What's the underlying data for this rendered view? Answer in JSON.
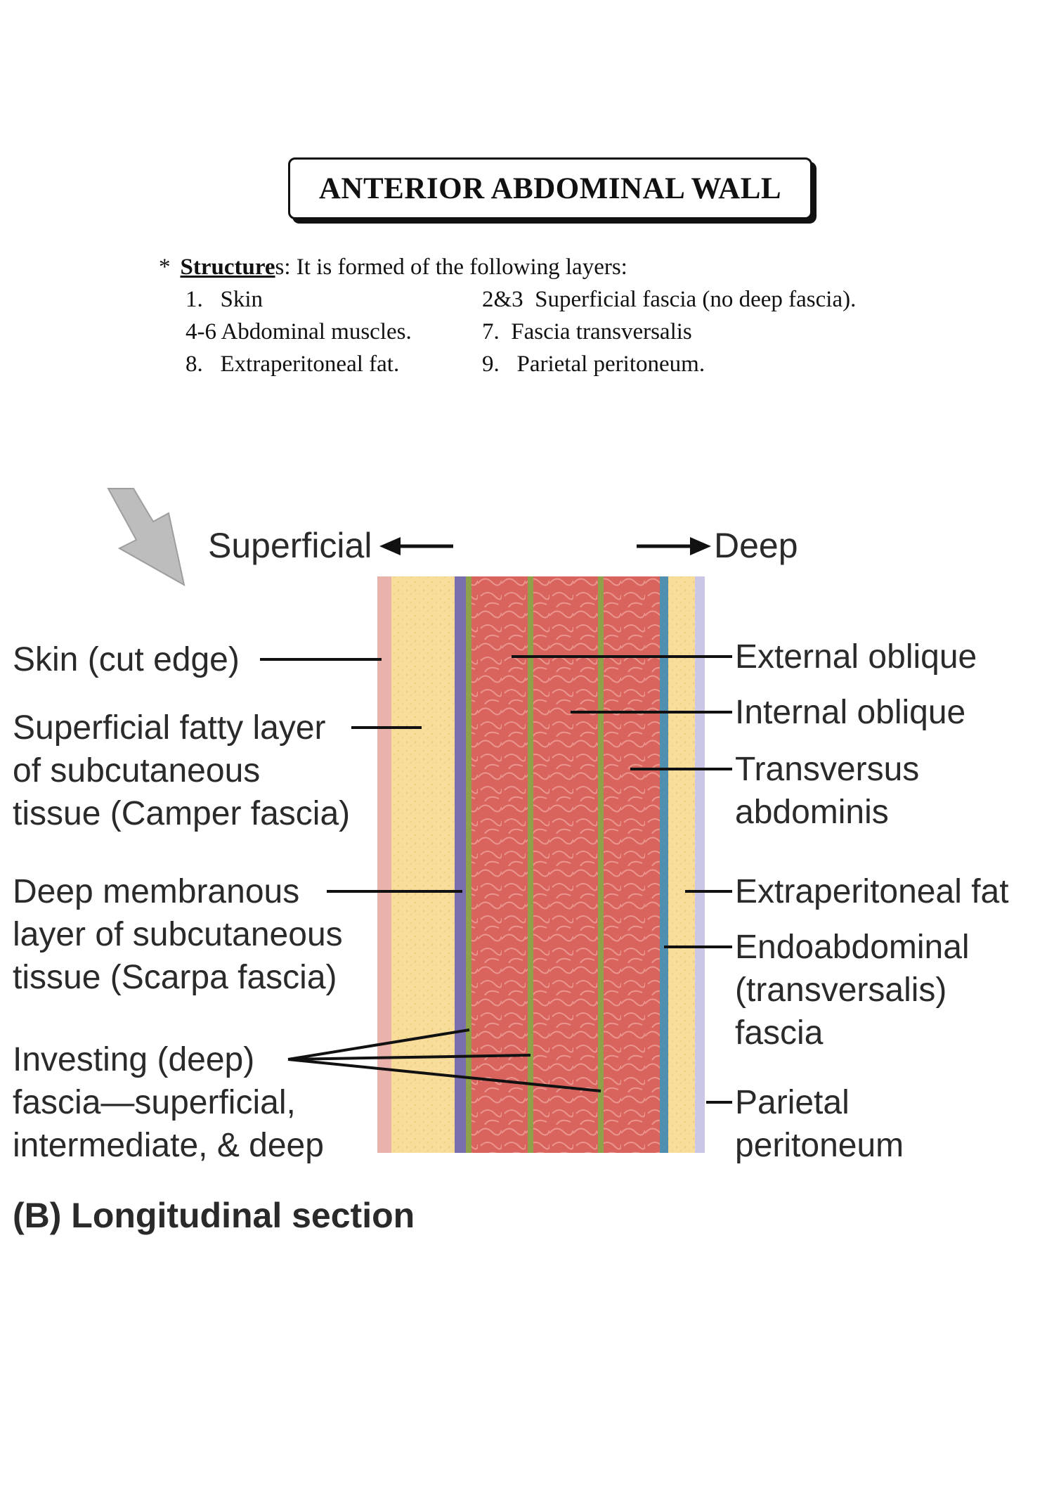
{
  "title": "ANTERIOR ABDOMINAL WALL",
  "intro": {
    "bullet": "*",
    "keyword": "Structure",
    "rest": "s: It is formed of the following layers:"
  },
  "layers_list": [
    {
      "num": "1.",
      "text": "Skin"
    },
    {
      "num": "2&3",
      "text": "Superficial fascia (no deep fascia)."
    },
    {
      "num": "4-6",
      "text": "Abdominal muscles."
    },
    {
      "num": "7.",
      "text": "Fascia transversalis"
    },
    {
      "num": "8.",
      "text": "Extraperitoneal fat."
    },
    {
      "num": "9.",
      "text": "Parietal peritoneum."
    }
  ],
  "figure": {
    "direction_left": "Superficial",
    "direction_right": "Deep",
    "left_labels": [
      [
        "Skin (cut edge)"
      ],
      [
        "Superficial fatty layer",
        "of subcutaneous",
        "tissue (Camper fascia)"
      ],
      [
        "Deep membranous",
        "layer of subcutaneous",
        "tissue (Scarpa fascia)"
      ],
      [
        "Investing (deep)",
        "fascia—superficial,",
        "intermediate, & deep"
      ]
    ],
    "right_labels": [
      [
        "External oblique"
      ],
      [
        "Internal oblique"
      ],
      [
        "Transversus",
        "abdominis"
      ],
      [
        "Extraperitoneal fat"
      ],
      [
        "Endoabdominal",
        "(transversalis)",
        "fascia"
      ],
      [
        "Parietal",
        "peritoneum"
      ]
    ],
    "caption": "(B) Longitudinal section",
    "colors": {
      "skin": "#e9b3ab",
      "fat": "#f7dc9a",
      "muscle": "#d9645e",
      "membrane": "#7a6fae",
      "fascia_green": "#8fa24a",
      "transversalis": "#4f8fb0",
      "peritoneum": "#c9c6e6",
      "arrow_gray": "#bdbdbd"
    }
  }
}
